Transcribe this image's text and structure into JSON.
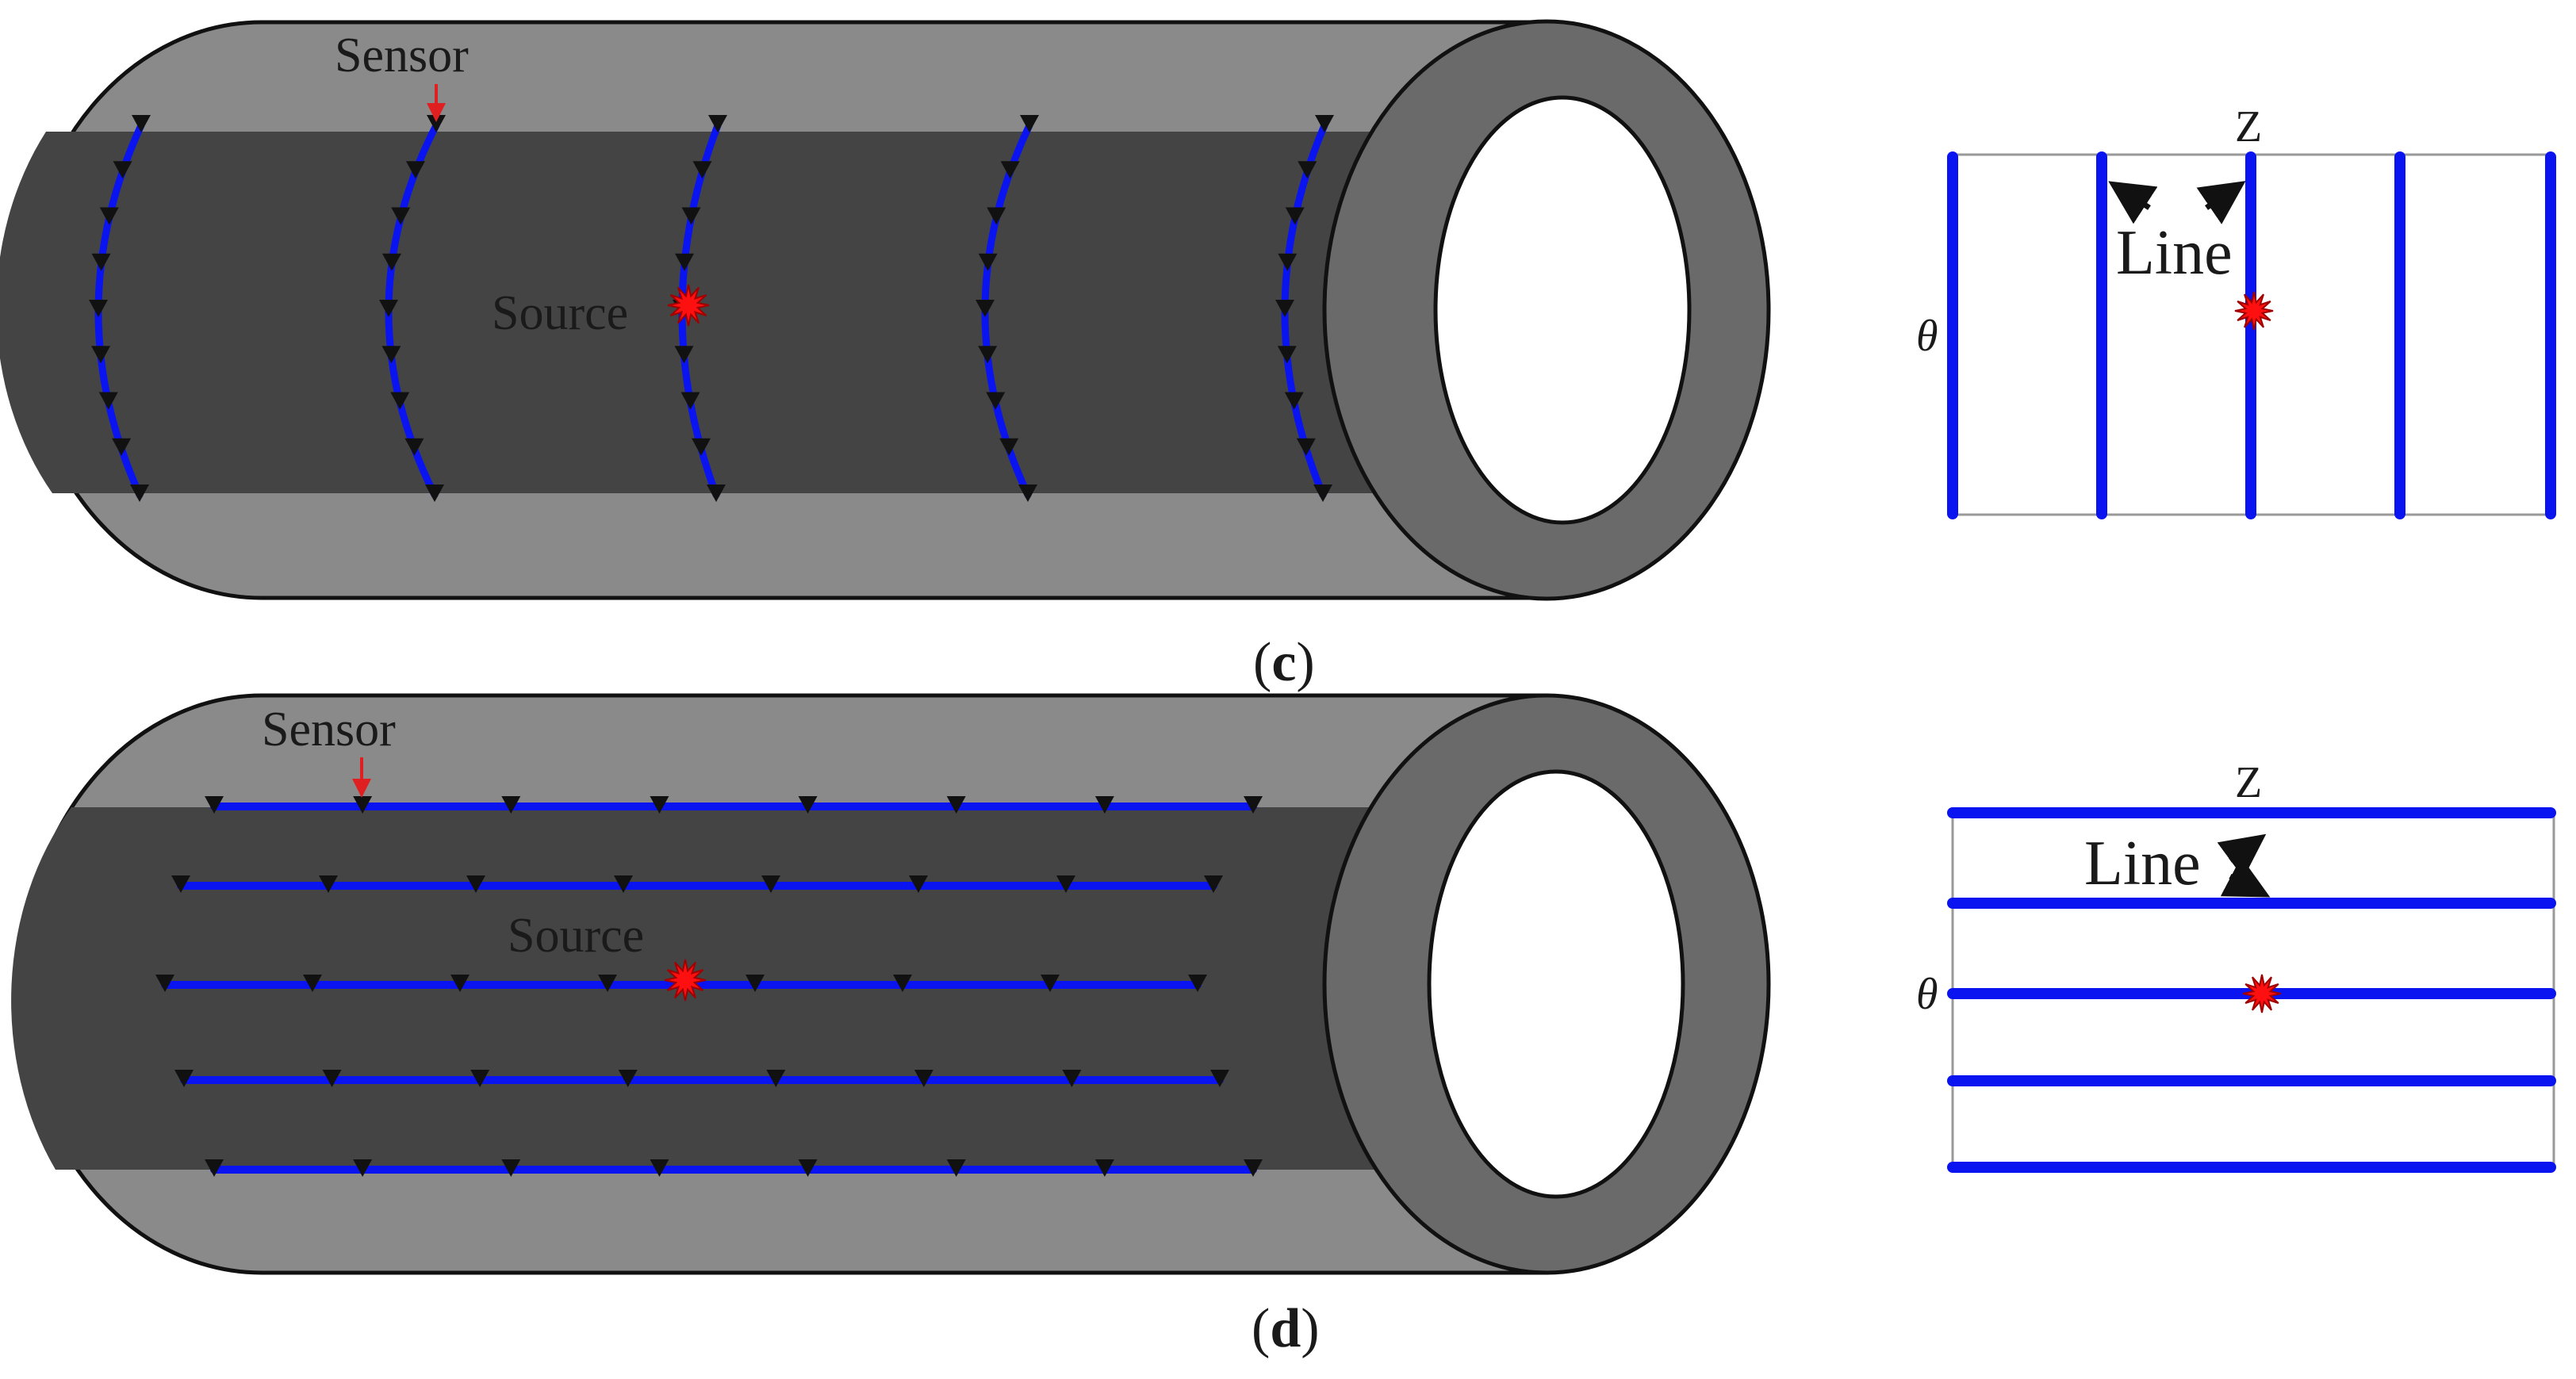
{
  "labels": {
    "sensor": "Sensor",
    "source": "Source",
    "line": "Line",
    "axis_z": "Z",
    "axis_theta": "θ"
  },
  "panels": [
    {
      "id": "c",
      "caption_letter": "c",
      "arrangement": "circumferential",
      "sensor_lines": 5
    },
    {
      "id": "d",
      "caption_letter": "d",
      "arrangement": "axial",
      "sensor_lines": 5
    }
  ],
  "colors": {
    "pipe_outer": "#8a8a8a",
    "pipe_band": "#444444",
    "pipe_end": "#6a6a6a",
    "sensor_line": "#0a14f0",
    "sensor_marker": "#111111",
    "source": "#ff1010",
    "pointer_arrow": "#e02020",
    "frame": "#999999"
  },
  "icons": {
    "sensor": "down-triangle-icon",
    "source": "starburst-icon"
  }
}
